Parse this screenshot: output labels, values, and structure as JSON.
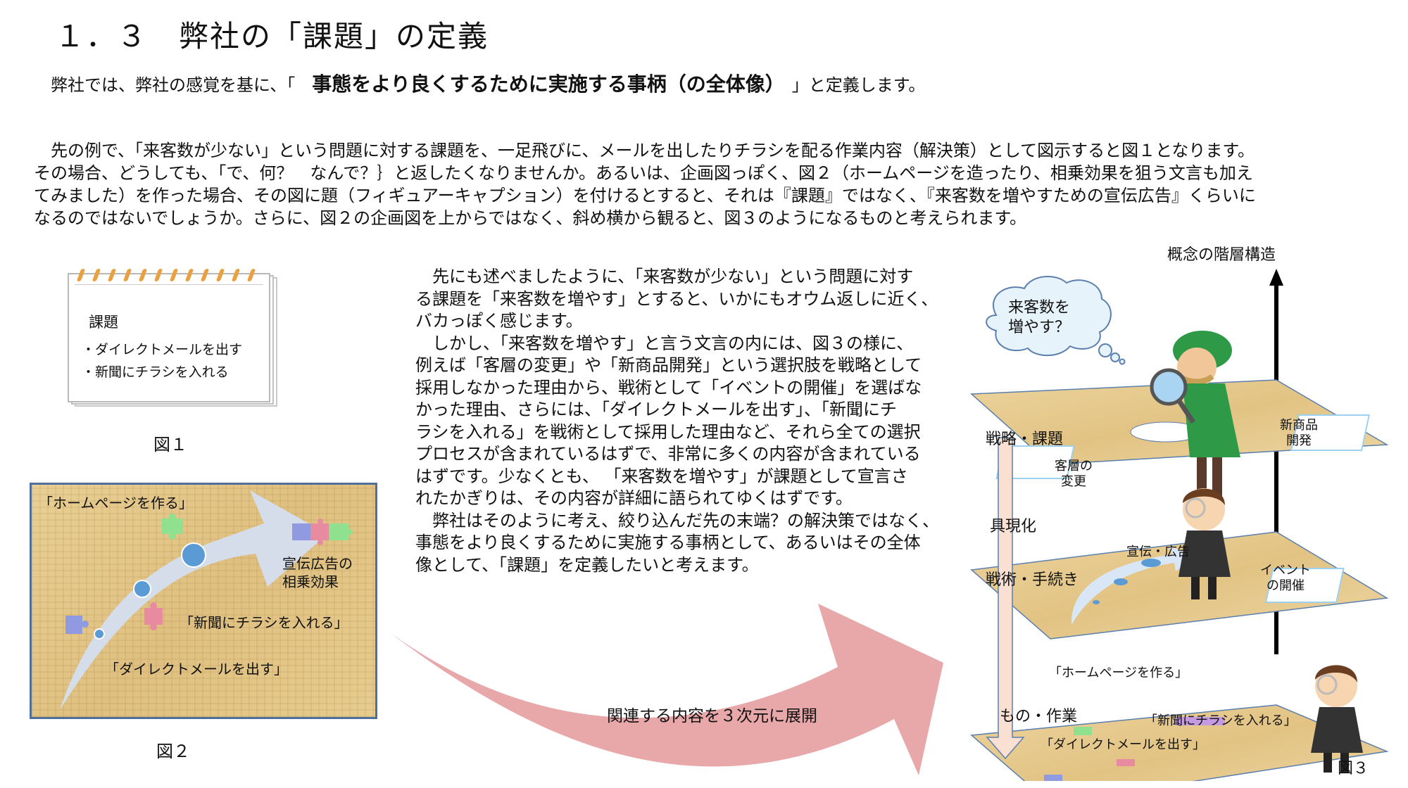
{
  "title": "１．３　弊社の「課題」の定義",
  "subtitle": {
    "prefix": "弊社では、弊社の感覚を基に、「　",
    "emphasis": "事態をより良くするために実施する事柄（の全体像）",
    "suffix": "　」と定義します。"
  },
  "intro_paragraph": [
    "　先の例で、「来客数が少ない」という問題に対する課題を、一足飛びに、メールを出したりチラシを配る作業内容（解決策）として図示すると図１となります。",
    "その場合、どうしても、「で、何？　なんで？｝と返したくなりませんか。あるいは、企画図っぽく、図２（ホームページを造ったり、相乗効果を狙う文言も加え",
    "てみました）を作った場合、その図に題（フィギュアーキャプション）を付けるとすると、それは『課題』ではなく、『来客数を増やすための宣伝広告』くらいに",
    "なるのではないでしょうか。さらに、図２の企画図を上からではなく、斜め横から観ると、図３のようになるものと考えられます。"
  ],
  "body_paragraph": [
    "　先にも述べましたように、「来客数が少ない」という問題に対す",
    "る課題を「来客数を増やす」とすると、いかにもオウム返しに近く、",
    "バカっぽく感じます。",
    "　しかし、「来客数を増やす」と言う文言の内には、図３の様に、",
    "例えば「客層の変更」や「新商品開発」という選択肢を戦略として",
    "採用しなかった理由から、戦術として「イベントの開催」を選ばな",
    "かった理由、さらには、「ダイレクトメールを出す」、「新聞にチ",
    "ラシを入れる」を戦術として採用した理由など、それら全ての選択",
    "プロセスが含まれているはずで、非常に多くの内容が含まれている",
    "はずです。少なくとも、 「来客数を増やす」が課題として宣言さ",
    "れたかぎりは、その内容が詳細に語られてゆくはずです。",
    "　弊社はそのように考え、絞り込んだ先の末端？の解決策ではなく、",
    "事態をより良くするために実施する事柄として、あるいはその全体",
    "像として、「課題」を定義したいと考えます。"
  ],
  "figure1": {
    "heading": "課題",
    "items": [
      "・ダイレクトメールを出す",
      "・新聞にチラシを入れる"
    ],
    "caption": "図１"
  },
  "figure2": {
    "label_homepage": "「ホームページを作る」",
    "label_synergy_1": "宣伝広告の",
    "label_synergy_2": "相乗効果",
    "label_flyer": "「新聞にチラシを入れる」",
    "label_dm": "「ダイレクトメールを出す」",
    "caption": "図２"
  },
  "center_arrow": {
    "label": "関連する内容を３次元に展開"
  },
  "figure3": {
    "axis_label": "概念の階層構造",
    "thought_bubble_1": "来客数を",
    "thought_bubble_2": "増やす？",
    "arrow_label": "具現化",
    "levels": [
      {
        "name": "戦略・課題",
        "pieces": [
          [
            "客層の",
            "変更"
          ],
          [
            "新商品",
            "開発"
          ]
        ]
      },
      {
        "name": "戦術・手続き",
        "pieces": [
          [
            "イベント",
            "の開催"
          ]
        ],
        "path_label": "宣伝・広告"
      },
      {
        "name": "もの・作業",
        "labels": [
          "「ホームページを作る」",
          "「新聞にチラシを入れる」",
          "「ダイレクトメールを出す」"
        ]
      }
    ],
    "caption": "図３"
  },
  "colors": {
    "arrow_pink": "#e8a7a8",
    "wood": "#e8cf96",
    "plate_border": "#5b7fae",
    "fig2_border": "#4e6f9a",
    "fig2_arrow": "#d4def0",
    "dot_blue": "#5b9bd5",
    "puzzle_green": "#8fe08f",
    "puzzle_pink": "#e88aa0",
    "puzzle_purple": "#8f9ae0"
  }
}
